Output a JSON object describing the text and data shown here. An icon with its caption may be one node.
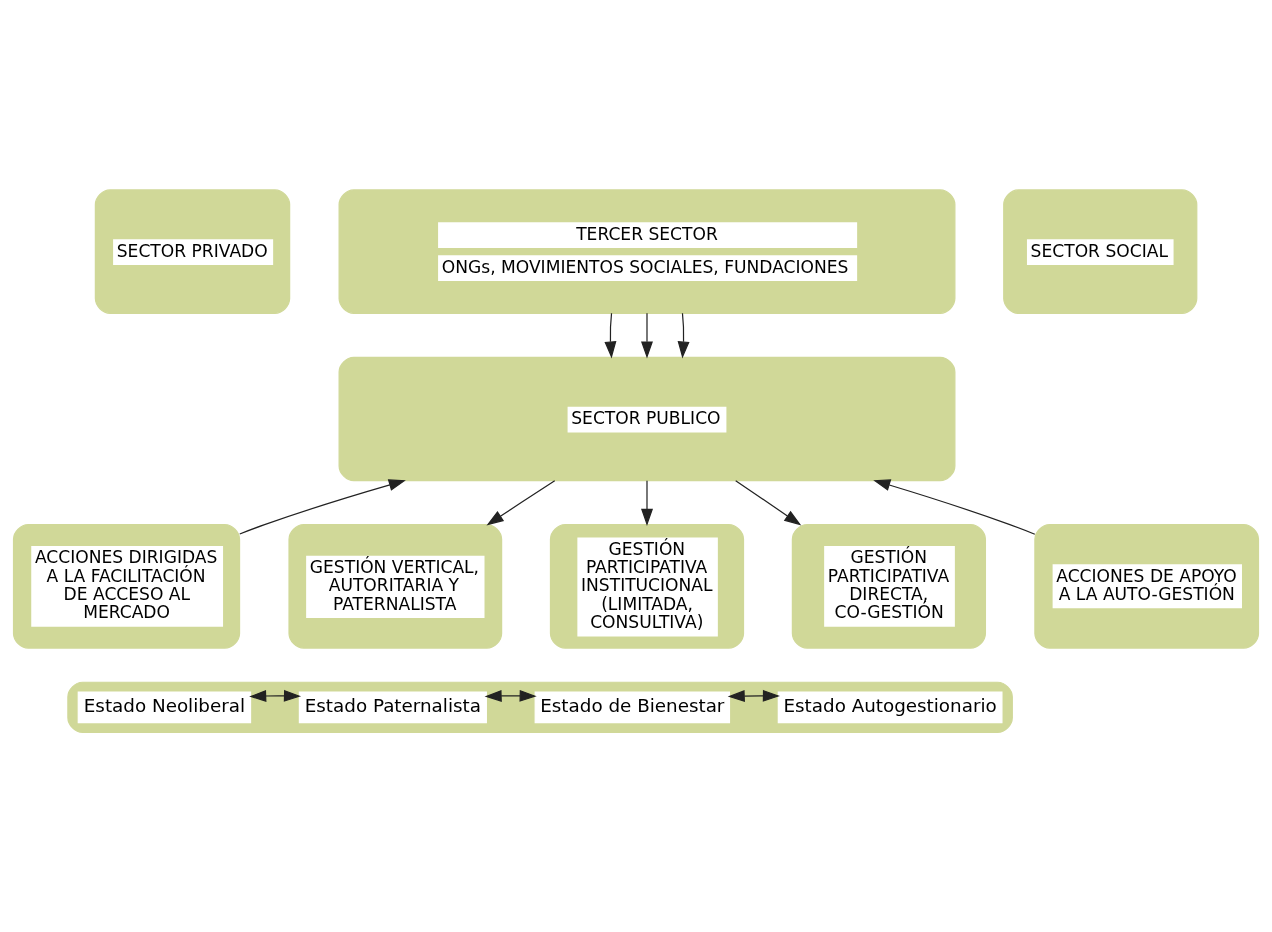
{
  "diagram": {
    "nodes": [
      {
        "text": [
          "SECTOR PRIVADO"
        ]
      },
      {
        "text": [
          "TERCER SECTOR",
          "ONGs, MOVIMIENTOS SOCIALES, FUNDACIONES"
        ]
      },
      {
        "text": [
          "SECTOR SOCIAL"
        ]
      },
      {
        "text": [
          "SECTOR PUBLICO"
        ]
      },
      {
        "text": [
          "ACCIONES DIRIGIDAS A LA FACILITACIÓN DE ACCESO AL MERCADO"
        ]
      },
      {
        "text": [
          "GESTIÓN VERTICAL, AUTORITARIA Y PATERNALISTA"
        ]
      },
      {
        "text": [
          "GESTIÓN PARTICIPATIVA INSTITUCIONAL (LIMITADA, CONSULTIVA)"
        ]
      },
      {
        "text": [
          "GESTIÓN PARTICIPATIVA DIRECTA, CO-GESTIÓN"
        ]
      },
      {
        "text": [
          "ACCIONES DE APOYO A LA AUTO-GESTIÓN"
        ]
      },
      {
        "text": [],
        "shape": "bar"
      },
      {
        "text": [
          "Estado Neoliberal"
        ],
        "in": 9
      },
      {
        "text": [
          "Estado Paternalista"
        ],
        "in": 9
      },
      {
        "text": [
          "Estado de Bienestar"
        ],
        "in": 9
      },
      {
        "text": [
          "Estado Autogestionario"
        ],
        "in": 9
      }
    ],
    "edges": [
      {
        "from": 1,
        "to": 3,
        "arrow": "to"
      },
      {
        "from": 1,
        "to": 3,
        "arrow": "to"
      },
      {
        "from": 1,
        "to": 3,
        "arrow": "to"
      },
      {
        "from": 4,
        "to": 3,
        "arrow": "to"
      },
      {
        "from": 3,
        "to": 5,
        "arrow": "to"
      },
      {
        "from": 3,
        "to": 6,
        "arrow": "to"
      },
      {
        "from": 3,
        "to": 7,
        "arrow": "to"
      },
      {
        "from": 8,
        "to": 3,
        "arrow": "to"
      },
      {
        "from": 10,
        "to": 11,
        "arrow": "both"
      },
      {
        "from": 11,
        "to": 12,
        "arrow": "both"
      },
      {
        "from": 12,
        "to": 13,
        "arrow": "both"
      }
    ]
  }
}
